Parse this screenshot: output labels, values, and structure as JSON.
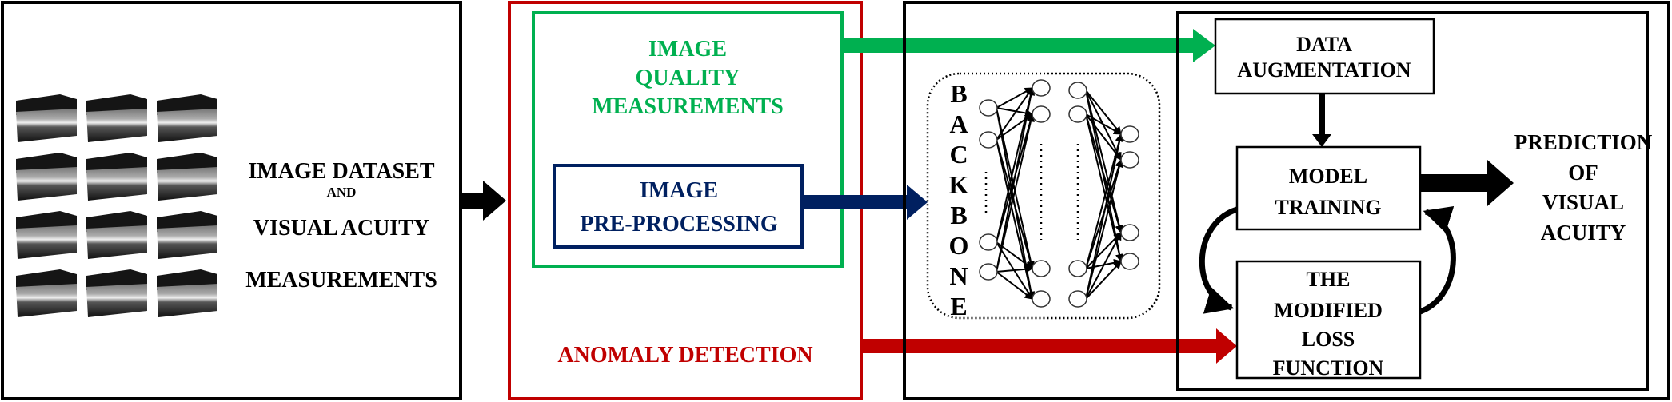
{
  "dataset": {
    "line1": "IMAGE DATASET",
    "and": "AND",
    "line2": "VISUAL ACUITY",
    "line3": "MEASUREMENTS"
  },
  "quality": {
    "line1": "IMAGE",
    "line2": "QUALITY",
    "line3": "MEASUREMENTS"
  },
  "preprocessing": {
    "line1": "IMAGE",
    "line2": "PRE-PROCESSING"
  },
  "anomaly": "ANOMALY DETECTION",
  "backbone_letters": [
    "B",
    "A",
    "C",
    "K",
    "B",
    "O",
    "N",
    "E"
  ],
  "augmentation": {
    "line1": "DATA",
    "line2": "AUGMENTATION"
  },
  "training": {
    "line1": "MODEL",
    "line2": "TRAINING"
  },
  "loss": {
    "line1": "THE",
    "line2": "MODIFIED",
    "line3": "LOSS",
    "line4": "FUNCTION"
  },
  "prediction": {
    "line1": "PREDICTION",
    "line2": "OF",
    "line3": "VISUAL",
    "line4": "ACUITY"
  },
  "colors": {
    "green": "#00b050",
    "navy": "#002060",
    "red": "#c00000",
    "black": "#000000"
  }
}
